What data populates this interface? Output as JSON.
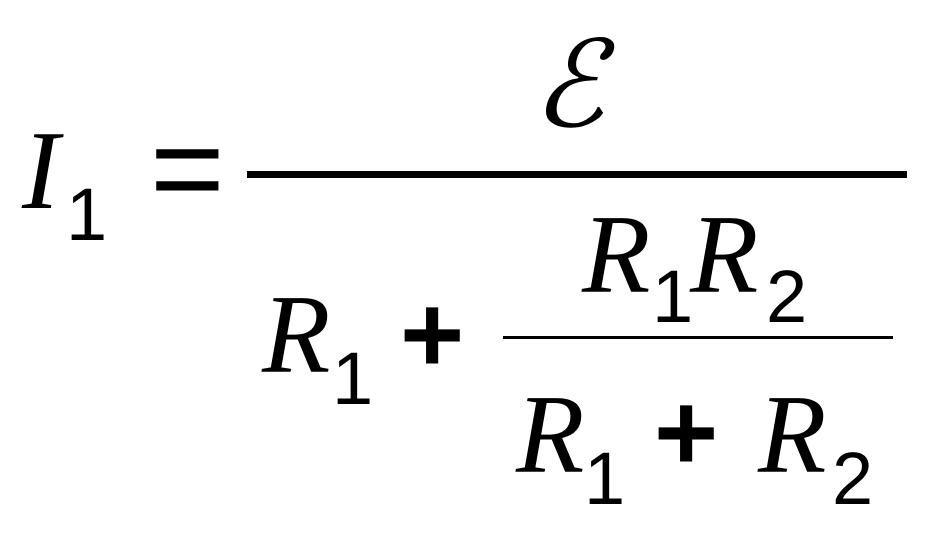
{
  "equation": {
    "lhs": {
      "symbol": "I",
      "subscript": "1"
    },
    "equals": "=",
    "numerator": {
      "symbol": "ℰ"
    },
    "denominator": {
      "term1": {
        "symbol": "R",
        "subscript": "1"
      },
      "plus": "+",
      "inner_fraction": {
        "numerator": [
          {
            "symbol": "R",
            "subscript": "1"
          },
          {
            "symbol": "R",
            "subscript": "2"
          }
        ],
        "denominator": {
          "term1": {
            "symbol": "R",
            "subscript": "1"
          },
          "plus": "+",
          "term2": {
            "symbol": "R",
            "subscript": "2"
          }
        }
      }
    }
  },
  "colors": {
    "ink": "#000000",
    "background": "#ffffff"
  }
}
